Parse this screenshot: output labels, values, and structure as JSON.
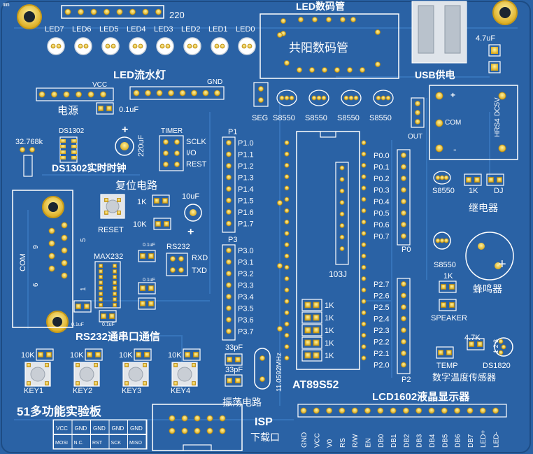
{
  "board": {
    "top_ruler": "mm",
    "leds": {
      "count_label": "220",
      "labels": [
        "LED7",
        "LED6",
        "LED5",
        "LED4",
        "LED3",
        "LED2",
        "LED1",
        "LED0"
      ],
      "section": "LED流水灯"
    },
    "seg_display": {
      "title": "LED数码管",
      "inner": "共阳数码管",
      "seg_label": "SEG",
      "transistors": [
        "S8550",
        "S8550",
        "S8550",
        "S8550"
      ]
    },
    "usb": {
      "title": "USB供电",
      "cap": "4.7uF"
    },
    "relay": {
      "model_line1": "HRS4",
      "model_line2": "DC5V",
      "com": "COM",
      "plus": "+",
      "minus": "-",
      "out": "OUT",
      "s8550": "S8550",
      "r1k": "1K",
      "dj": "DJ",
      "title": "继电器"
    },
    "power": {
      "vcc": "VCC",
      "gnd": "GND",
      "title": "电源",
      "cap": "0.1uF"
    },
    "rtc": {
      "crystal": "32.768k",
      "chip": "DS1302",
      "cap": "220uF",
      "title": "DS1302实时时钟",
      "timer": "TIMER",
      "pins": [
        "SCLK",
        "I/O",
        "REST"
      ]
    },
    "mcu": {
      "p1_header": "P1",
      "p1_pins": [
        "P1.0",
        "P1.1",
        "P1.2",
        "P1.3",
        "P1.4",
        "P1.5",
        "P1.6",
        "P1.7"
      ],
      "p3_header": "P3",
      "p3_pins": [
        "P3.0",
        "P3.1",
        "P3.2",
        "P3.3",
        "P3.4",
        "P3.5",
        "P3.6",
        "P3.7"
      ],
      "p0_pins": [
        "P0.0",
        "P0.1",
        "P0.2",
        "P0.3",
        "P0.4",
        "P0.5",
        "P0.6",
        "P0.7"
      ],
      "p0_header": "P0",
      "p2_pins": [
        "P2.7",
        "P2.6",
        "P2.5",
        "P2.4",
        "P2.3",
        "P2.2",
        "P2.1",
        "P2.0"
      ],
      "p2_header": "P2",
      "chip": "AT89S52",
      "resnet": "103J",
      "r1k": [
        "1K",
        "1K",
        "1K",
        "1K",
        "1K"
      ]
    },
    "reset": {
      "title": "复位电路",
      "r1k": "1K",
      "r10k": "10K",
      "cap": "10uF",
      "label": "RESET"
    },
    "rs232": {
      "com": "COM",
      "pin5": "5",
      "pin9": "9",
      "pin6": "6",
      "pin1": "1",
      "chip": "MAX232",
      "cap_labels": [
        "0.1uF",
        "0.1uF",
        "0.1uF",
        "0.1uF"
      ],
      "rs232": "RS232",
      "rxd": "RXD",
      "txd": "TXD",
      "title": "RS232通串口通信"
    },
    "keys": {
      "labels": [
        "KEY1",
        "KEY2",
        "KEY3",
        "KEY4"
      ],
      "r10k": [
        "10K",
        "10K",
        "10K",
        "10K"
      ]
    },
    "osc": {
      "cap1": "33pF",
      "cap2": "33pF",
      "crystal": "11.0592MHz",
      "title": "振荡电路"
    },
    "buzzer": {
      "s8550": "S8550",
      "r1k": "1K",
      "title": "蜂鸣器",
      "speaker": "SPEAKER",
      "plus": "+"
    },
    "temp": {
      "r": "4.7K",
      "pins": "1 2 3",
      "chip": "DS1820",
      "temp": "TEMP",
      "title": "数字温度传感器"
    },
    "lcd": {
      "title": "LCD1602液晶显示器",
      "pins": [
        "GND",
        "VCC",
        "V0",
        "RS",
        "R/W",
        "EN",
        "DB0",
        "DB1",
        "DB2",
        "DB3",
        "DB4",
        "DB5",
        "DB6",
        "DB7",
        "LED+",
        "LED-"
      ]
    },
    "isp": {
      "title": "ISP",
      "sub": "下载口",
      "table_top": [
        "VCC",
        "GND",
        "GND",
        "GND",
        "GND"
      ],
      "table_bottom": [
        "MOSI",
        "N.C.",
        "RST",
        "SCK",
        "MISO"
      ]
    },
    "board_title": "51多功能实验板",
    "colors": {
      "pcb": "#2a62a5",
      "silk": "#ffffff",
      "pad": "#e8c53a",
      "trace": "#3f7fc6"
    }
  }
}
